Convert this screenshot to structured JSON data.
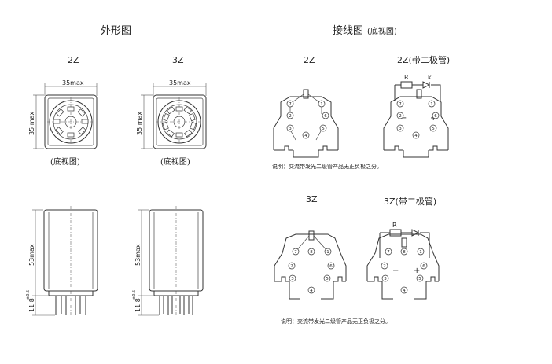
{
  "headings": {
    "outline": "外形图",
    "wiring": "接线图",
    "wiring_suffix": "(底视图)"
  },
  "outline": {
    "label_2z": "2Z",
    "label_3z": "3Z",
    "width_dim": "35max",
    "height_dim": "35 max",
    "bottom_view": "(底视图)",
    "body_height": "53max",
    "pin_length": "11.8",
    "pin_tol": "±0.5"
  },
  "wiring": {
    "label_2z": "2Z",
    "label_2z_diode": "2Z(带二极管)",
    "label_3z": "3Z",
    "label_3z_diode": "3Z(带二极管)",
    "r_label": "R",
    "k_label": "k",
    "minus": "−",
    "plus": "+",
    "note_1": "说明：交流带发光二级管产品无正负极之分。",
    "note_2": "说明：交流带发光二级管产品无正负极之分。",
    "pins_2z": [
      "7",
      "1",
      "2",
      "6",
      "3",
      "5",
      "4"
    ],
    "pins_3z": [
      "7",
      "8",
      "1",
      "2",
      "6",
      "3",
      "5",
      "4"
    ]
  }
}
